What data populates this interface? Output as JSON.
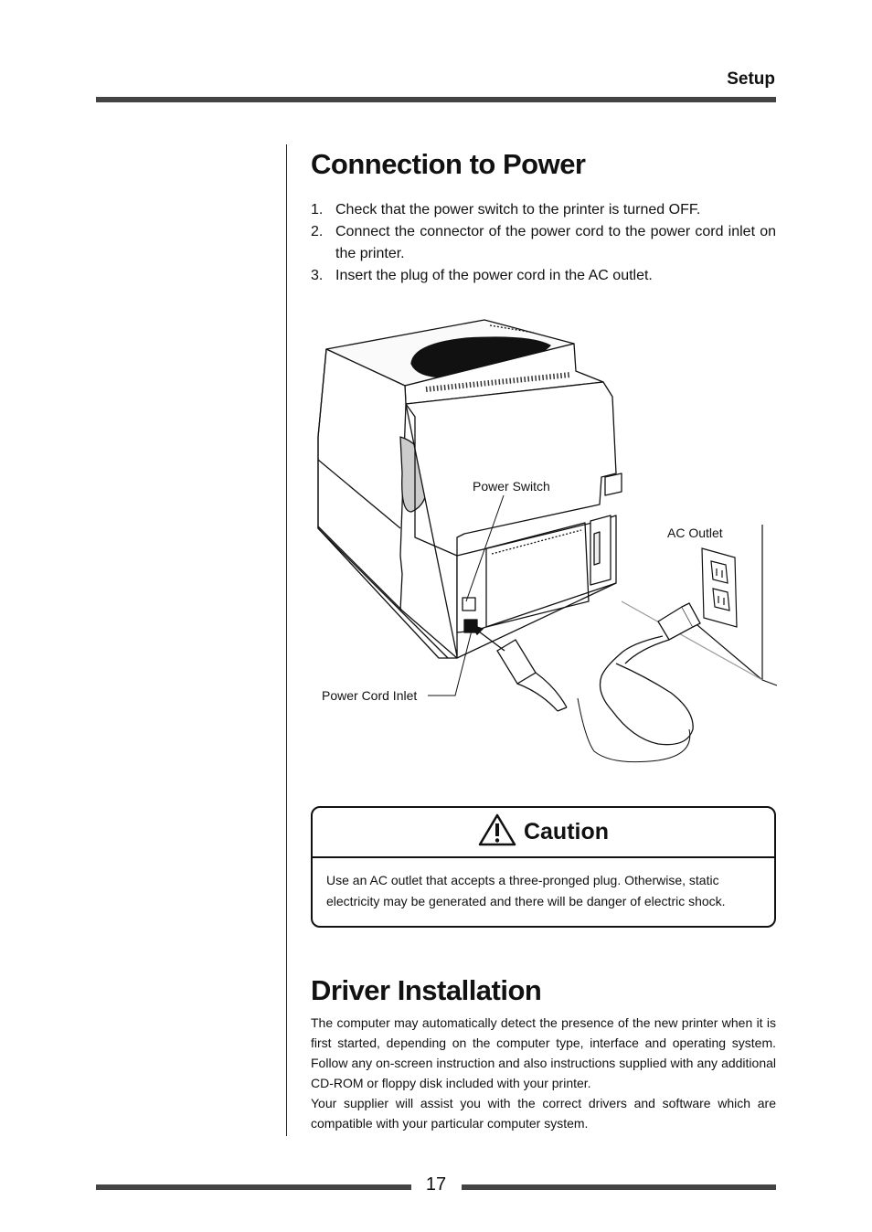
{
  "header": {
    "section": "Setup"
  },
  "connection": {
    "title": "Connection to Power",
    "steps": [
      {
        "num": "1.",
        "text": "Check that the power switch to the printer is turned OFF."
      },
      {
        "num": "2.",
        "text": "Connect the connector of the power cord to the power cord inlet on the printer."
      },
      {
        "num": "3.",
        "text": "Insert the plug of the power cord in the AC outlet."
      }
    ]
  },
  "figure": {
    "labels": {
      "power_switch": "Power Switch",
      "ac_outlet": "AC Outlet",
      "power_cord_inlet": "Power Cord Inlet"
    }
  },
  "caution": {
    "title": "Caution",
    "icon": "warning-triangle-icon",
    "body": "Use an AC outlet that accepts a three-pronged plug. Otherwise, static electricity may be generated and there will be danger of electric shock."
  },
  "driver": {
    "title": "Driver Installation",
    "paragraphs": [
      "The computer may automatically detect the presence of the new printer when it is first started, depending on the computer type, interface and operating system.  Follow any on-screen instruction and also instructions supplied with any additional CD-ROM or floppy disk included with your printer.",
      "Your supplier will assist you with the correct drivers and software which are compatible with your particular computer system."
    ]
  },
  "footer": {
    "page_number": "17"
  }
}
